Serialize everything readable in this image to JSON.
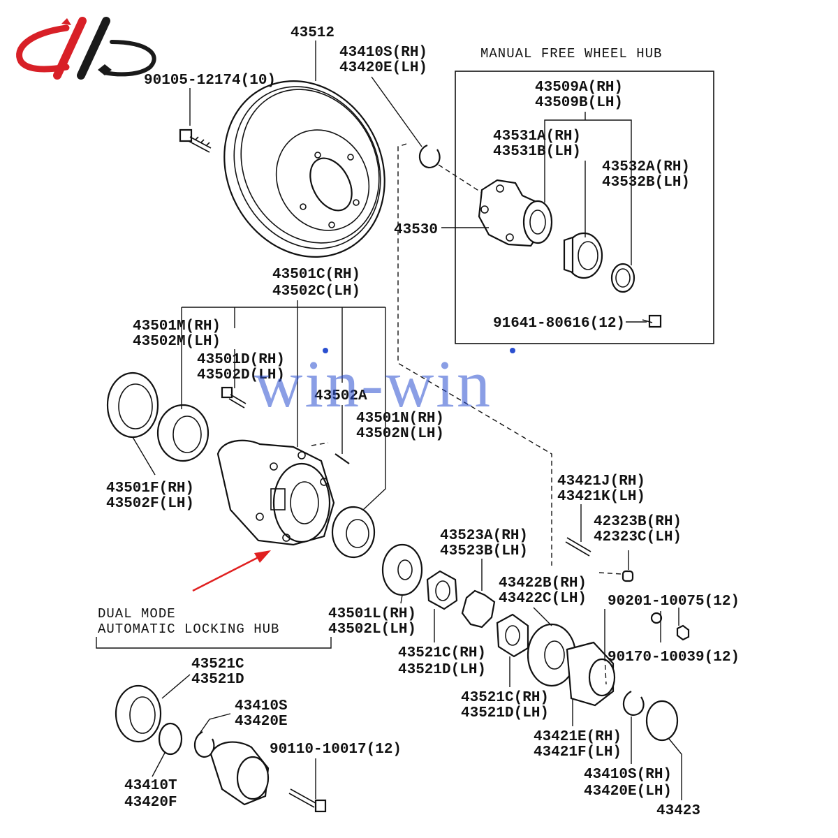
{
  "watermark": {
    "text": "win-win",
    "color": "#2a4fd0"
  },
  "logo": {
    "colors": [
      "#d82027",
      "#1a1a1a"
    ]
  },
  "arrow_color": "#e02020",
  "sections": {
    "manual": "MANUAL FREE WHEEL HUB",
    "dual_line1": "DUAL MODE",
    "dual_line2": "AUTOMATIC LOCKING HUB"
  },
  "labels": {
    "p43512": "43512",
    "p90105": "90105-12174(10)",
    "p43410s_rh": "43410S(RH)",
    "p43420e_lh": "43420E(LH)",
    "p43509a": "43509A(RH)",
    "p43509b": "43509B(LH)",
    "p43531a": "43531A(RH)",
    "p43531b": "43531B(LH)",
    "p43532a": "43532A(RH)",
    "p43532b": "43532B(LH)",
    "p43530": "43530",
    "p91641": "91641-80616(12)",
    "p43501c": "43501C(RH)",
    "p43502c": "43502C(LH)",
    "p43501m": "43501M(RH)",
    "p43502m": "43502M(LH)",
    "p43501d": "43501D(RH)",
    "p43502d": "43502D(LH)",
    "p43502a": "43502A",
    "p43501n": "43501N(RH)",
    "p43502n": "43502N(LH)",
    "p43501f": "43501F(RH)",
    "p43502f": "43502F(LH)",
    "p43421j": "43421J(RH)",
    "p43421k": "43421K(LH)",
    "p42323b": "42323B(RH)",
    "p42323c": "42323C(LH)",
    "p43523a": "43523A(RH)",
    "p43523b": "43523B(LH)",
    "p43422b": "43422B(RH)",
    "p43422c": "43422C(LH)",
    "p90201": "90201-10075(12)",
    "p43501l": "43501L(RH)",
    "p43502l": "43502L(LH)",
    "p43521c_rh1": "43521C(RH)",
    "p43521d_lh1": "43521D(LH)",
    "p90170": "90170-10039(12)",
    "p43521c_rh2": "43521C(RH)",
    "p43521d_lh2": "43521D(LH)",
    "p43421e": "43421E(RH)",
    "p43421f": "43421F(LH)",
    "p43410s_rh2": "43410S(RH)",
    "p43420e_lh2": "43420E(LH)",
    "p43423": "43423",
    "p43521c": "43521C",
    "p43521d": "43521D",
    "p43410s": "43410S",
    "p43420e": "43420E",
    "p90110": "90110-10017(12)",
    "p43410t": "43410T",
    "p43420f": "43420F"
  }
}
